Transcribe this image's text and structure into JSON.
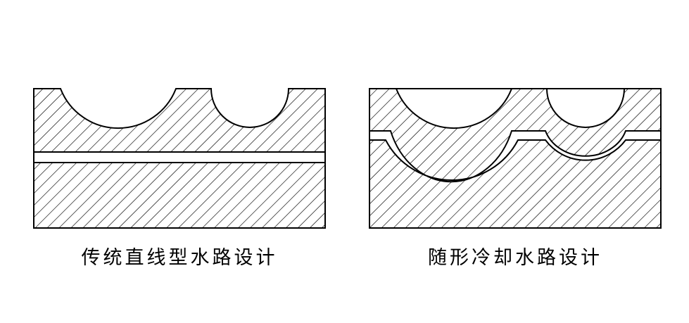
{
  "panels": [
    {
      "id": "traditional",
      "caption": "传统直线型水路设计"
    },
    {
      "id": "conformal",
      "caption": "随形冷却水路设计"
    }
  ],
  "colors": {
    "stroke": "#000000",
    "hatch": "#000000",
    "background": "#ffffff"
  }
}
